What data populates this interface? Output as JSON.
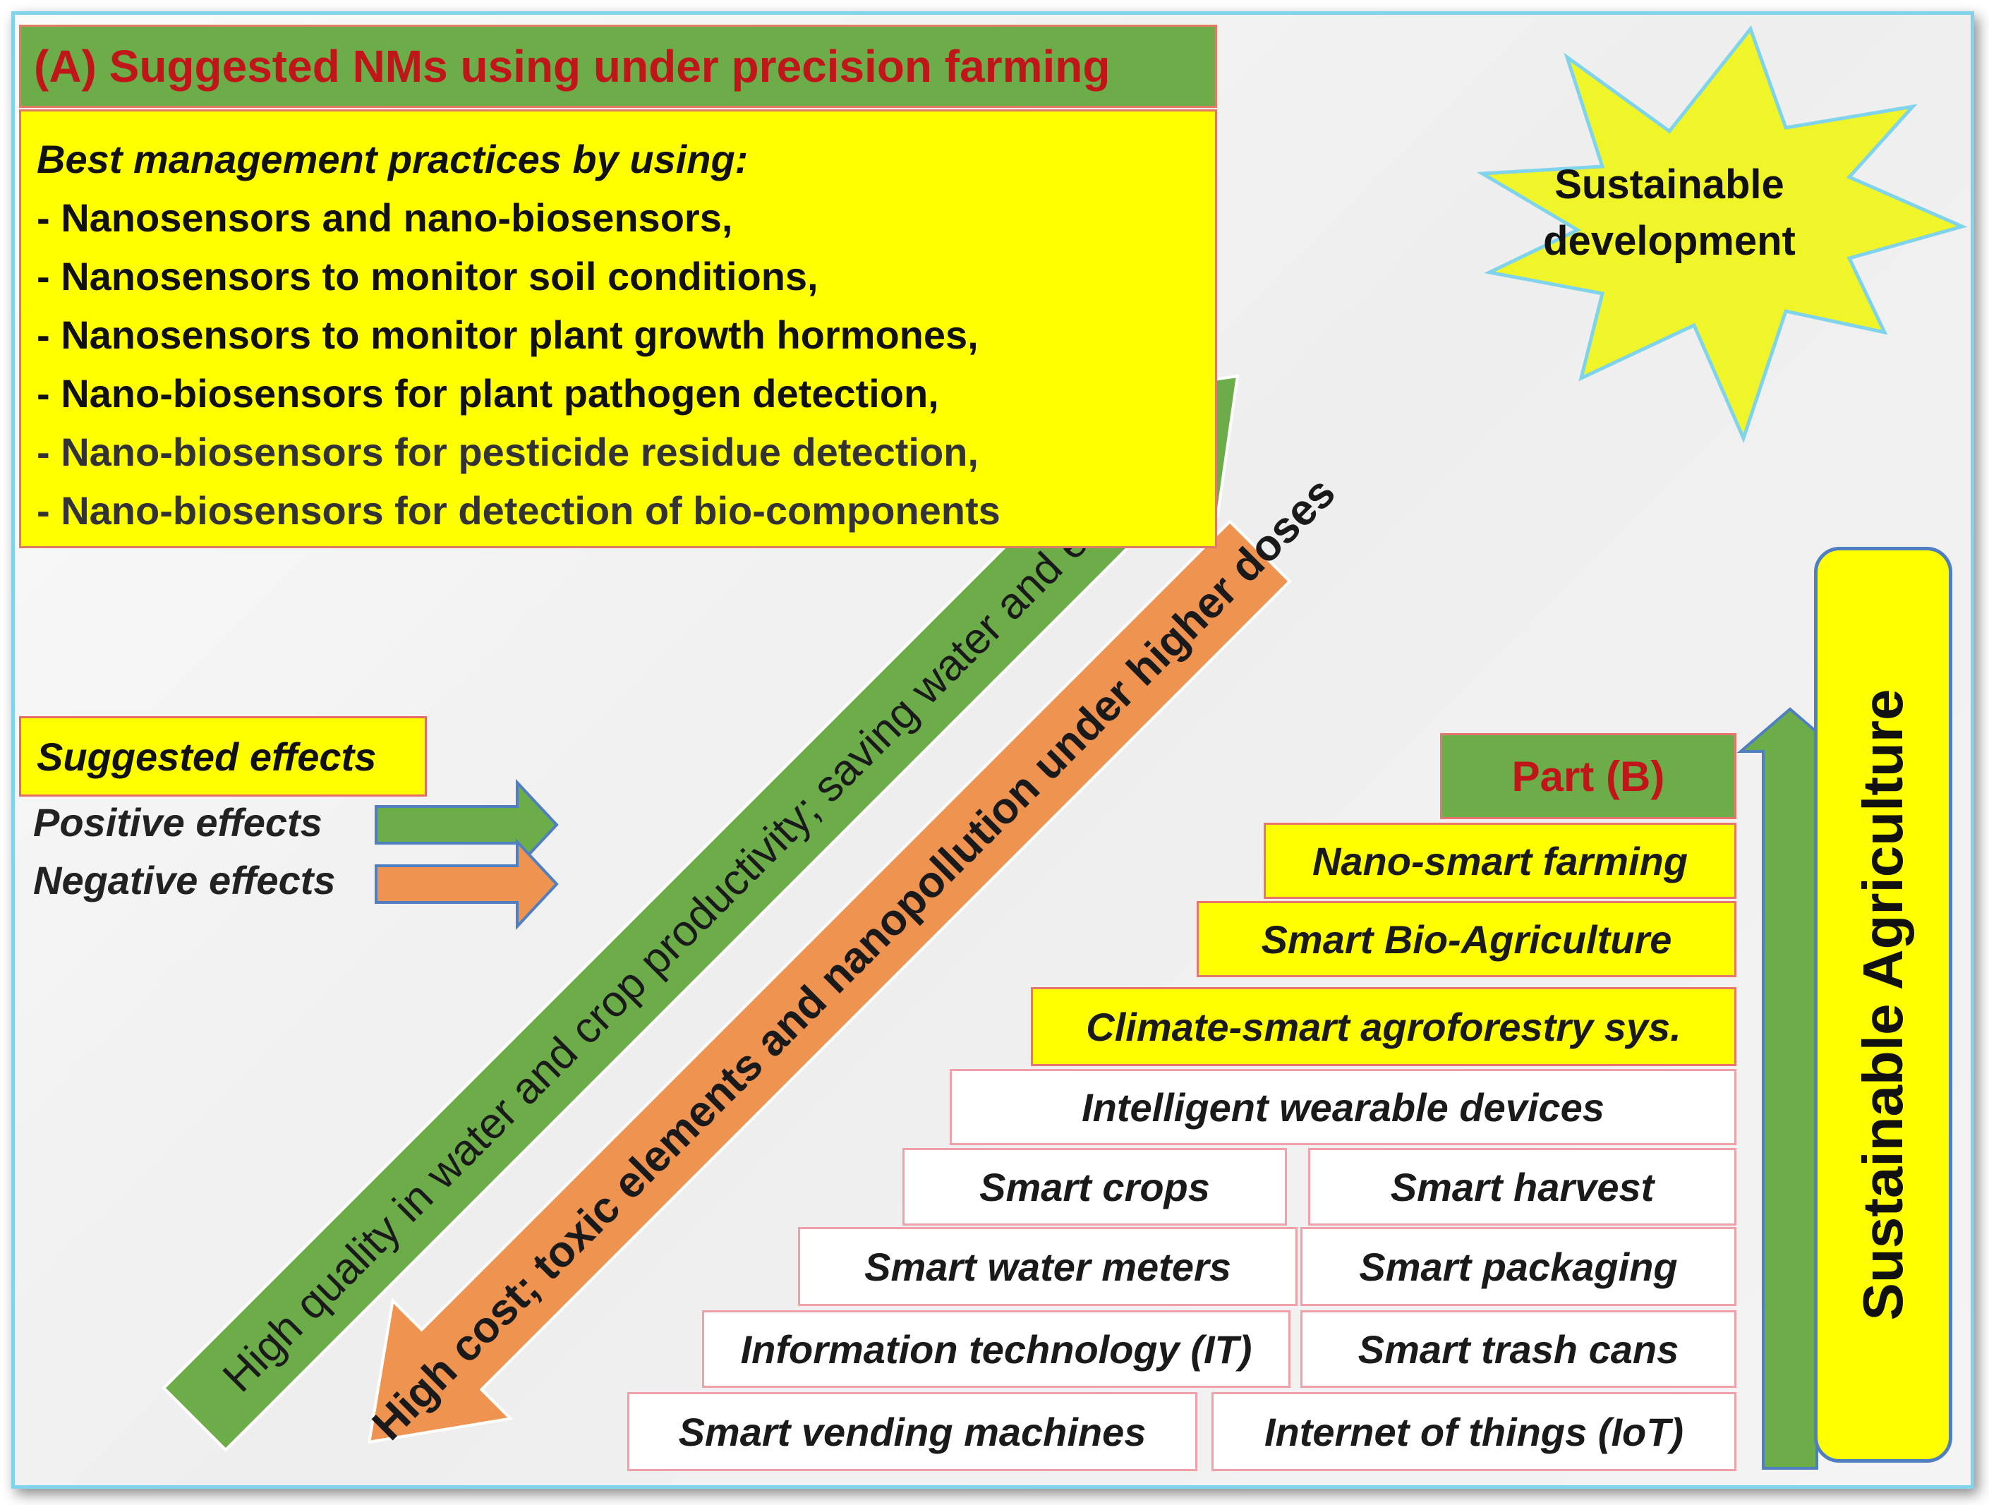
{
  "part_a": {
    "title": "(A) Suggested NMs using under precision farming",
    "heading": "Best management practices by using:",
    "items": [
      "- Nanosensors and nano-biosensors,",
      "- Nanosensors to monitor soil conditions,",
      "- Nanosensors to monitor plant growth hormones,",
      "- Nano-biosensors for plant pathogen detection,",
      "- Nano-biosensors for pesticide residue detection,",
      "- Nano-biosensors for detection of bio-components"
    ]
  },
  "starburst": {
    "line1": "Sustainable",
    "line2": "development"
  },
  "arrows": {
    "positive_text": "High quality in water and crop productivity; saving water and energy",
    "negative_text": "High cost; toxic elements and nanopollution under higher doses"
  },
  "legend": {
    "title": "Suggested effects",
    "positive": "Positive effects",
    "negative": "Negative effects"
  },
  "part_b": {
    "title": "Part (B)",
    "nano_smart": "Nano-smart  farming",
    "bio_agri": "Smart Bio-Agriculture",
    "climate": "Climate-smart agroforestry sys.",
    "wearables": "Intelligent wearable devices",
    "crops": "Smart crops",
    "harvest": "Smart harvest",
    "water_meters": "Smart water meters",
    "packaging": "Smart packaging",
    "it": "Information technology (IT)",
    "trash": "Smart trash cans",
    "vending": "Smart vending machines",
    "iot": "Internet of things (IoT)"
  },
  "side_label": "Sustainable Agriculture",
  "colors": {
    "green": "#6cad4a",
    "orange": "#ee9350",
    "yellow": "#ffff00",
    "red_text": "#c0161a",
    "blue_outline": "#4f7fc0"
  }
}
